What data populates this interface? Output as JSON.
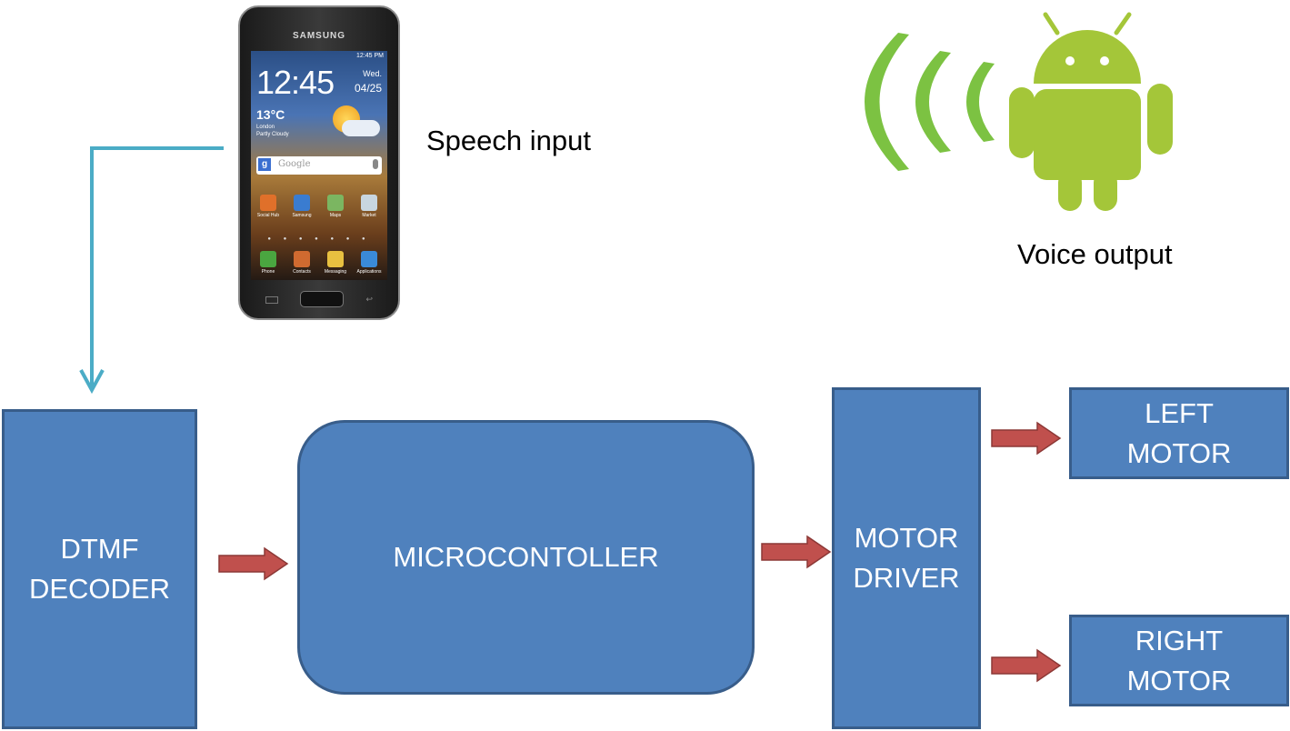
{
  "labels": {
    "speech_input": "Speech input",
    "voice_output": "Voice output"
  },
  "blocks": {
    "dtmf_decoder": [
      "DTMF",
      "DECODER"
    ],
    "microcontroller": [
      "MICROCONTOLLER"
    ],
    "motor_driver": [
      "MOTOR",
      "DRIVER"
    ],
    "left_motor": [
      "LEFT",
      "MOTOR"
    ],
    "right_motor": [
      "RIGHT",
      "MOTOR"
    ]
  },
  "phone": {
    "brand": "SAMSUNG",
    "status_time": "12:45 PM",
    "clock": "12:45",
    "day": "Wed.",
    "date": "04/25",
    "temperature": "13°C",
    "city_lines": [
      "London",
      "Partly Cloudy"
    ],
    "search_placeholder": "Google",
    "apps_row1": [
      "Social Hub",
      "Samsung",
      "Maps",
      "Market"
    ],
    "apps_row2": [
      "Phone",
      "Contacts",
      "Messaging",
      "Applications"
    ]
  },
  "colors": {
    "block_fill": "#4f81bd",
    "block_border": "#385d8a",
    "arrow_red": "#c0504d",
    "connector_cyan": "#4bacc6",
    "android_green": "#a4c639"
  },
  "icons": {
    "android": "android-robot-icon",
    "sound_waves": "sound-waves-icon",
    "phone": "smartphone-icon"
  }
}
